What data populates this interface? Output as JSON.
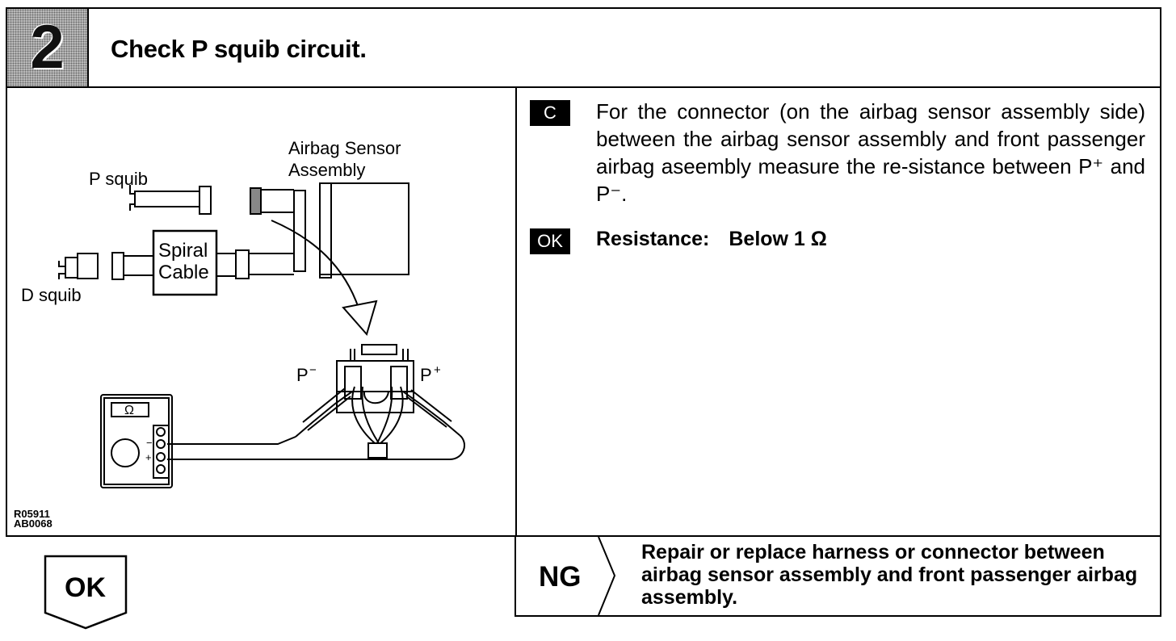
{
  "step": {
    "number": "2",
    "title": "Check P squib circuit."
  },
  "diagram": {
    "labels": {
      "p_squib": "P squib",
      "d_squib": "D squib",
      "airbag_sensor_line1": "Airbag Sensor",
      "airbag_sensor_line2": "Assembly",
      "spiral": "Spiral",
      "cable": "Cable",
      "p_minus": "P",
      "p_plus": "P",
      "ohm": "Ω",
      "meter_minus": "−",
      "meter_plus": "+"
    },
    "ref_codes": [
      "R05911",
      "AB0068"
    ]
  },
  "instruction": {
    "tag": "C",
    "text": "For the connector (on the airbag sensor assembly side) between the airbag sensor assembly and front passenger airbag aseembly measure the re-sistance between P⁺ and P⁻."
  },
  "specification": {
    "tag": "OK",
    "label": "Resistance:",
    "value": "Below 1 Ω"
  },
  "ng": {
    "label": "NG",
    "text": "Repair or replace harness or connector between airbag sensor assembly and front passenger airbag assembly."
  },
  "ok": {
    "label": "OK"
  }
}
